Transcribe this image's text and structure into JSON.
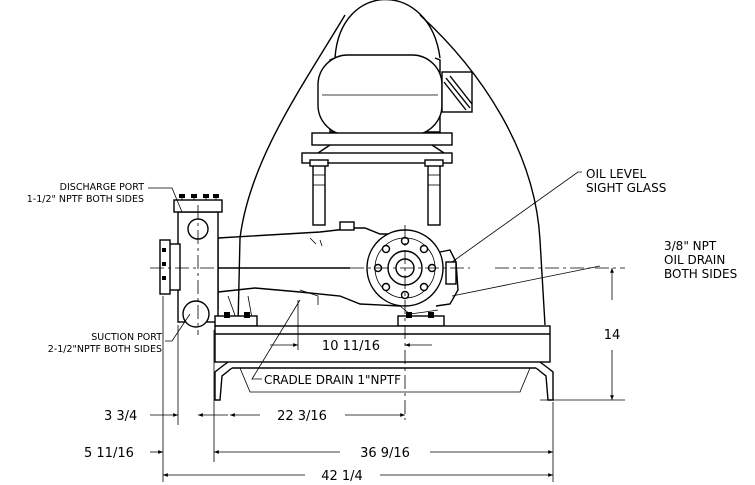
{
  "labels": {
    "discharge_port": [
      "DISCHARGE PORT",
      "1-1/2\" NPTF BOTH SIDES"
    ],
    "suction_port": [
      "SUCTION PORT",
      "2-1/2\"NPTF BOTH SIDES"
    ],
    "oil_level": [
      "OIL LEVEL",
      "SIGHT GLASS"
    ],
    "oil_drain": [
      "3/8\" NPT",
      "OIL DRAIN",
      "BOTH SIDES"
    ],
    "cradle_drain": "CRADLE DRAIN 1\"NPTF"
  },
  "dimensions": {
    "d_10_11_16": "10 11/16",
    "d_14": "14",
    "d_3_3_4": "3 3/4",
    "d_22_3_16": "22 3/16",
    "d_5_11_16": "5 11/16",
    "d_36_9_16": "36 9/16",
    "d_42_1_4": "42 1/4"
  }
}
